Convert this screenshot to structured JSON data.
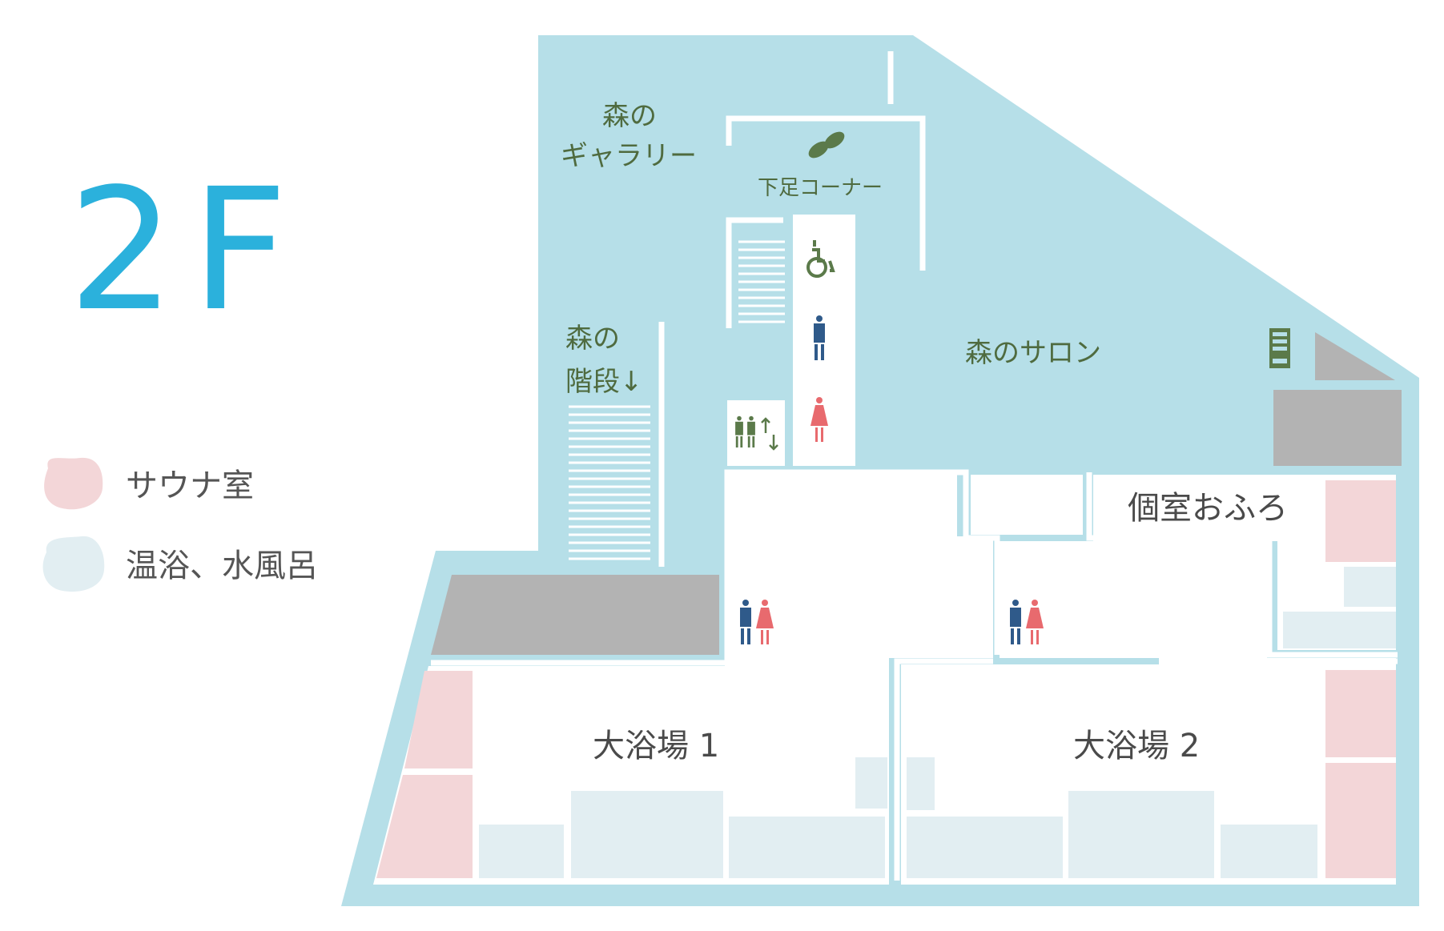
{
  "floor_label": "2F",
  "legend": {
    "sauna": "サウナ室",
    "bath": "温浴、水風呂"
  },
  "labels": {
    "gallery_line1": "森の",
    "gallery_line2": "ギャラリー",
    "shoe_corner": "下足コーナー",
    "stairs_line1": "森の",
    "stairs_line2": "階段↓",
    "salon": "森のサロン",
    "private_bath": "個室おふろ",
    "bath1": "大浴場 1",
    "bath2": "大浴場 2"
  },
  "icons": {
    "shoes": "shoes-icon",
    "wheelchair": "wheelchair-toilet-icon",
    "male_toilet": "male-toilet-icon",
    "female_toilet": "female-toilet-icon",
    "elevator": "elevator-icon",
    "vending": "vending-machine-icon"
  },
  "colors": {
    "floor_label": "#2bb1dc",
    "area": "#b6dfe8",
    "sauna": "#f3d6d8",
    "bath": "#e2eef2",
    "mechanical": "#b3b3b3",
    "label_green": "#4f6b3f",
    "male": "#2f5a8a",
    "female": "#e86a6e"
  }
}
